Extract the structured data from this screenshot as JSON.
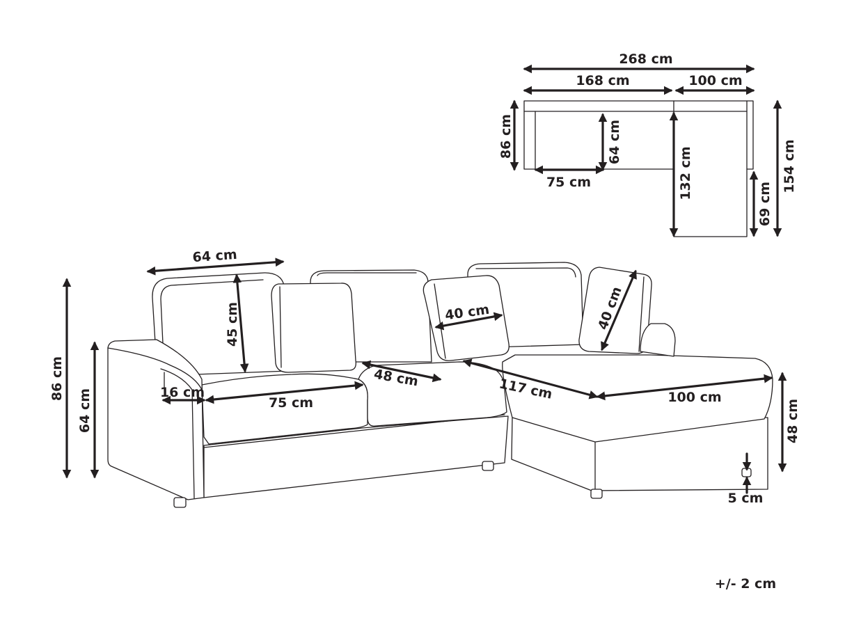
{
  "dimensions": {
    "top_total_width": "268 cm",
    "top_main_width": "168 cm",
    "top_chaise_width": "100 cm",
    "top_main_depth": "86 cm",
    "top_seat_depth": "64 cm",
    "top_seat_width": "75 cm",
    "top_chaise_length": "132 cm",
    "top_total_depth": "154 cm",
    "top_chaise_inner": "69 cm",
    "back_cushion_width": "64 cm",
    "back_cushion_height": "45 cm",
    "pillow_width": "40 cm",
    "pillow_height": "40 cm",
    "total_height": "86 cm",
    "arm_height": "64 cm",
    "arm_width": "16 cm",
    "seat_cushion_width": "75 cm",
    "seat_cushion_depth": "48 cm",
    "chaise_seat_length": "117 cm",
    "chaise_seat_width": "100 cm",
    "seat_height": "48 cm",
    "leg_height": "5 cm",
    "tolerance": "+/- 2 cm"
  }
}
